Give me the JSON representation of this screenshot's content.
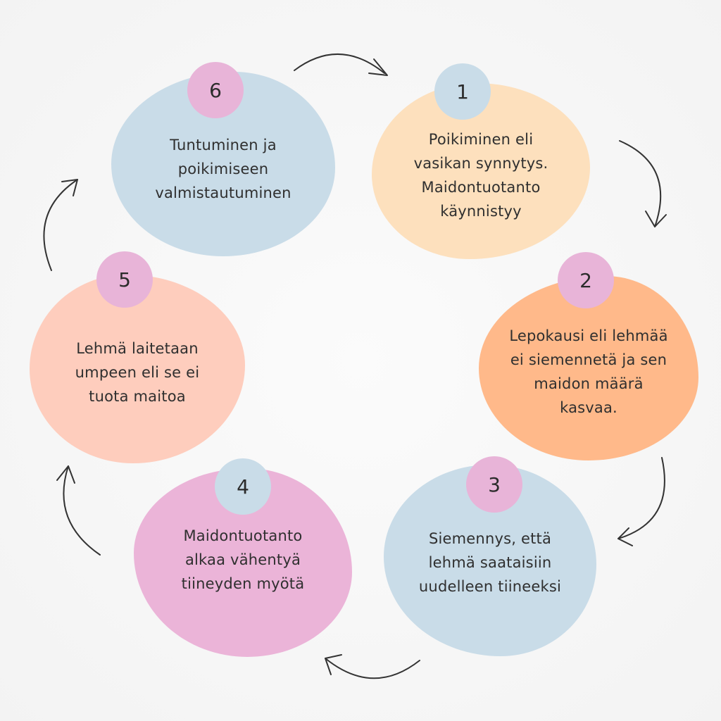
{
  "steps": [
    {
      "number": "1",
      "text": "Poikiminen eli\nvasikan synnytys.\nMaidontuotanto\nkäynnistyy",
      "color": "#fde0bd",
      "badge_color": "#c9dce8"
    },
    {
      "number": "2",
      "text": "Lepokausi eli lehmää\nei siemennetä ja sen\nmaidon määrä\nkasvaa.",
      "color": "#ffb98a",
      "badge_color": "#e8b4d8"
    },
    {
      "number": "3",
      "text": "Siemennys, että\nlehmä saataisiin\nuudelleen tiineeksi",
      "color": "#c9dce8",
      "badge_color": "#e8b4d8"
    },
    {
      "number": "4",
      "text": "Maidontuotanto\nalkaa vähentyä\ntiineyden myötä",
      "color": "#ebb4d8",
      "badge_color": "#c9dce8"
    },
    {
      "number": "5",
      "text": "Lehmä laitetaan\numpeen eli se ei\ntuota maitoa",
      "color": "#fecdbd",
      "badge_color": "#e8b4d8"
    },
    {
      "number": "6",
      "text": "Tuntuminen ja\npoikimiseen\nvalmistautuminen",
      "color": "#c9dce8",
      "badge_color": "#e8b4d8"
    }
  ],
  "arrow_color": "#333333",
  "arrow_icon": "curved-arrow-icon"
}
